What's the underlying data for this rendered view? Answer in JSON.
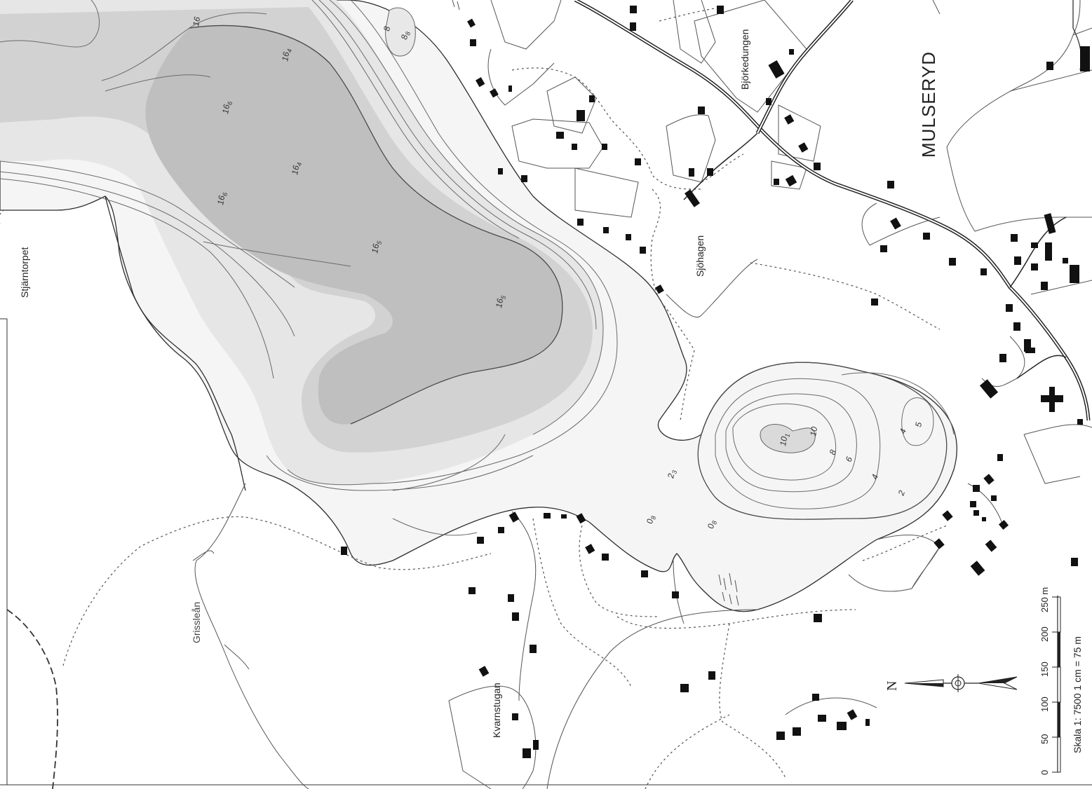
{
  "map": {
    "place_labels": {
      "stjarntorpet": "Stjärntorpet",
      "bjorkedungen": "Björkedungen",
      "mulseryd": "MULSERYD",
      "sjohagen": "Sjöhagen",
      "grisslean": "Grissleån",
      "kvarnstugan": "Kvarnstugan"
    },
    "depth_labels": [
      {
        "base": "16",
        "sub": ""
      },
      {
        "base": "16",
        "sub": "4"
      },
      {
        "base": "16",
        "sub": "6"
      },
      {
        "base": "16",
        "sub": "4"
      },
      {
        "base": "16",
        "sub": "6"
      },
      {
        "base": "16",
        "sub": "5"
      },
      {
        "base": "16",
        "sub": "5"
      },
      {
        "base": "8",
        "sub": ""
      },
      {
        "base": "8",
        "sub": "8"
      },
      {
        "base": "10",
        "sub": "1"
      },
      {
        "base": "10",
        "sub": ""
      },
      {
        "base": "8",
        "sub": ""
      },
      {
        "base": "6",
        "sub": ""
      },
      {
        "base": "4",
        "sub": ""
      },
      {
        "base": "4",
        "sub": ""
      },
      {
        "base": "5",
        "sub": ""
      },
      {
        "base": "2",
        "sub": ""
      },
      {
        "base": "2",
        "sub": "3"
      },
      {
        "base": "0",
        "sub": "8"
      },
      {
        "base": "0",
        "sub": "8"
      }
    ],
    "north_label": "N",
    "scale": {
      "ticks": [
        "0",
        "50",
        "100",
        "150",
        "200",
        "250 m"
      ],
      "text": "Skala 1: 7500   1 cm = 75 m"
    },
    "colors": {
      "water_light": "#f4f4f4",
      "water_mid": "#e4e4e4",
      "water_deep": "#cfcfcf",
      "water_deepest": "#bdbdbd",
      "land": "#ffffff"
    }
  }
}
